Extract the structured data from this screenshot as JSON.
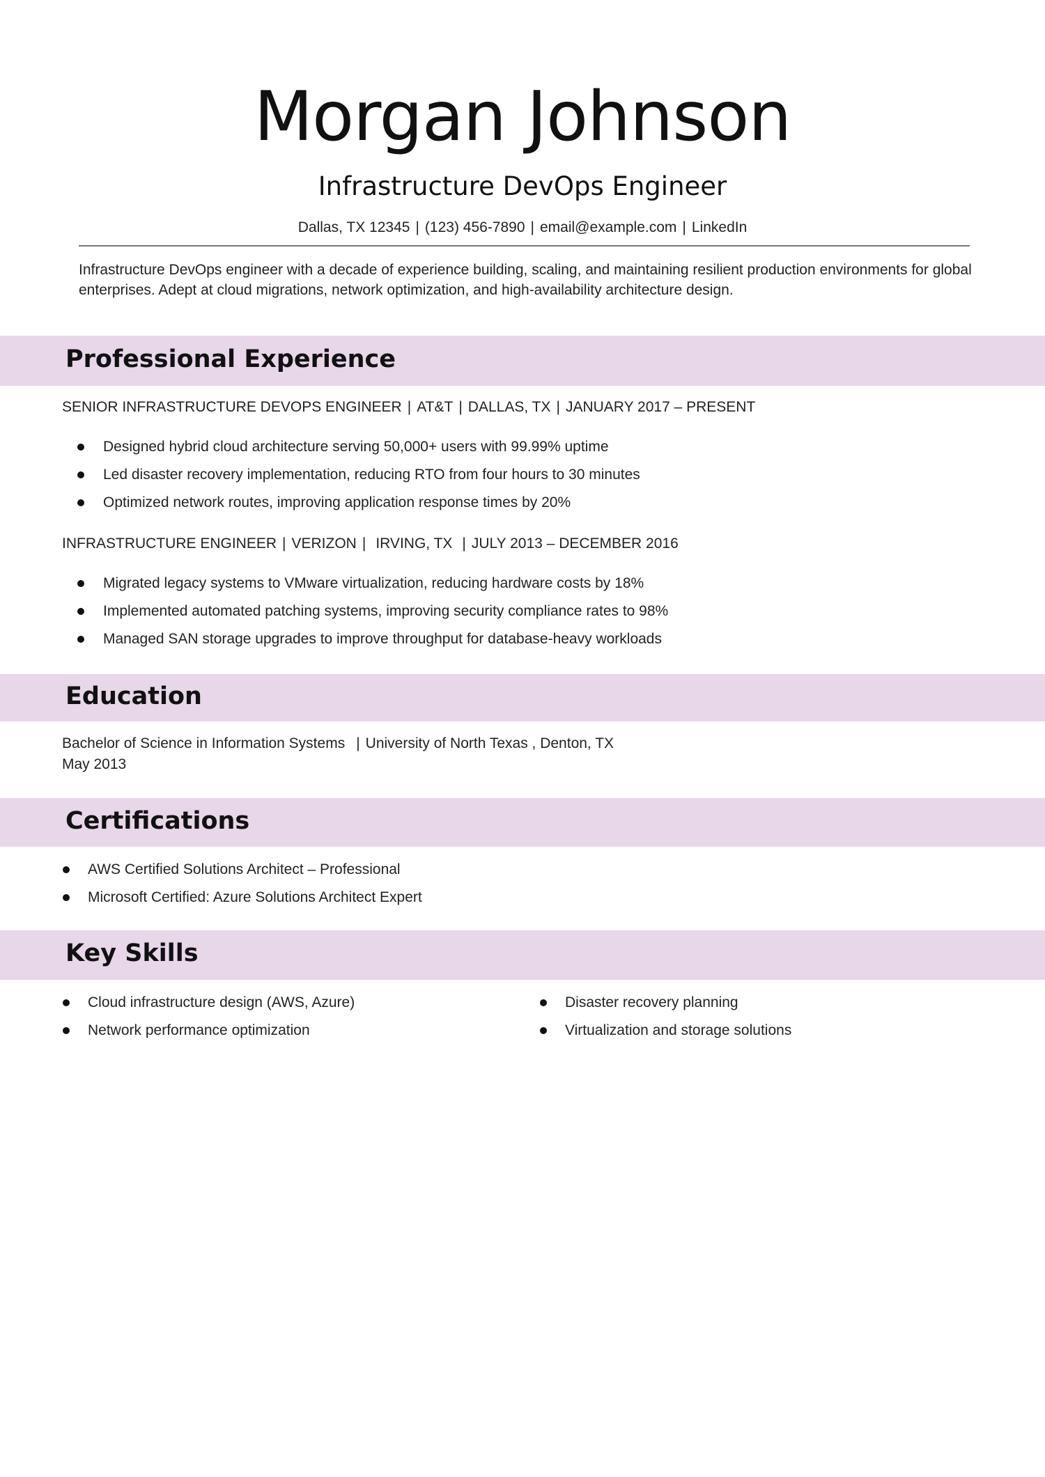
{
  "header": {
    "name": "Morgan Johnson",
    "title": "Infrastructure DevOps Engineer",
    "contact": {
      "location": "Dallas, TX 12345",
      "phone": "(123) 456-7890",
      "email": "email@example.com",
      "linkedin": "LinkedIn",
      "separator": "|"
    }
  },
  "summary": "Infrastructure DevOps engineer with a decade of experience building, scaling, and maintaining resilient production environments for global enterprises. Adept at cloud migrations, network optimization, and high-availability architecture design.",
  "experience": {
    "heading": "Professional Experience",
    "jobs": [
      {
        "title": "SENIOR INFRASTRUCTURE DEVOPS ENGINEER",
        "company": "AT&T",
        "location": "DALLAS, TX",
        "dates": "JANUARY 2017 – PRESENT",
        "bullets": [
          "Designed hybrid cloud architecture serving 50,000+ users with 99.99% uptime",
          "Led disaster recovery implementation, reducing RTO from four hours to 30 minutes",
          "Optimized network routes, improving application response times by 20%"
        ]
      },
      {
        "title": "INFRASTRUCTURE ENGINEER",
        "company": "VERIZON",
        "location": "IRVING, TX",
        "dates": "JULY 2013 – DECEMBER 2016",
        "bullets": [
          "Migrated legacy systems to VMware virtualization, reducing hardware costs by 18%",
          "Implemented automated patching systems, improving security compliance rates to 98%",
          "Managed SAN storage upgrades to improve throughput for database-heavy workloads"
        ]
      }
    ]
  },
  "education": {
    "heading": "Education",
    "degree": "Bachelor of Science in Information Systems",
    "school": "University of North Texas , Denton, TX",
    "date": "May 2013"
  },
  "certifications": {
    "heading": "Certifications",
    "items": [
      "AWS Certified Solutions Architect – Professional",
      "Microsoft Certified: Azure Solutions Architect Expert"
    ]
  },
  "skills": {
    "heading": "Key Skills",
    "left": [
      "Cloud infrastructure design (AWS, Azure)",
      "Network performance optimization"
    ],
    "right": [
      "Disaster recovery planning",
      "Virtualization and storage solutions"
    ]
  },
  "colors": {
    "section_band": "#e8d6e9",
    "rule": "#777777",
    "text": "#222222"
  }
}
